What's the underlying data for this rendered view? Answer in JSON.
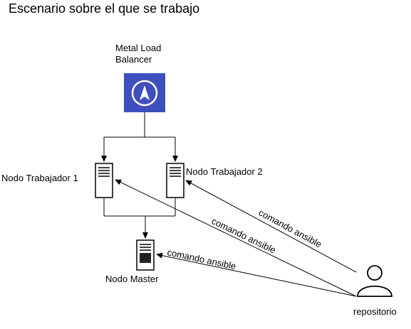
{
  "title": "Escenario sobre el que se trabajo",
  "nodes": {
    "load_balancer": {
      "label": "Metal Load\nBalancer",
      "fill": "#3e4fbe"
    },
    "worker1": {
      "label": "Nodo Trabajador 1"
    },
    "worker2": {
      "label": "Nodo Trabajador 2"
    },
    "master": {
      "label": "Nodo Master"
    },
    "repo": {
      "label": "repositorio"
    }
  },
  "edges": {
    "to_worker2": "comando ansible",
    "to_worker1": "comando ansible",
    "to_master": "comando ansible"
  }
}
